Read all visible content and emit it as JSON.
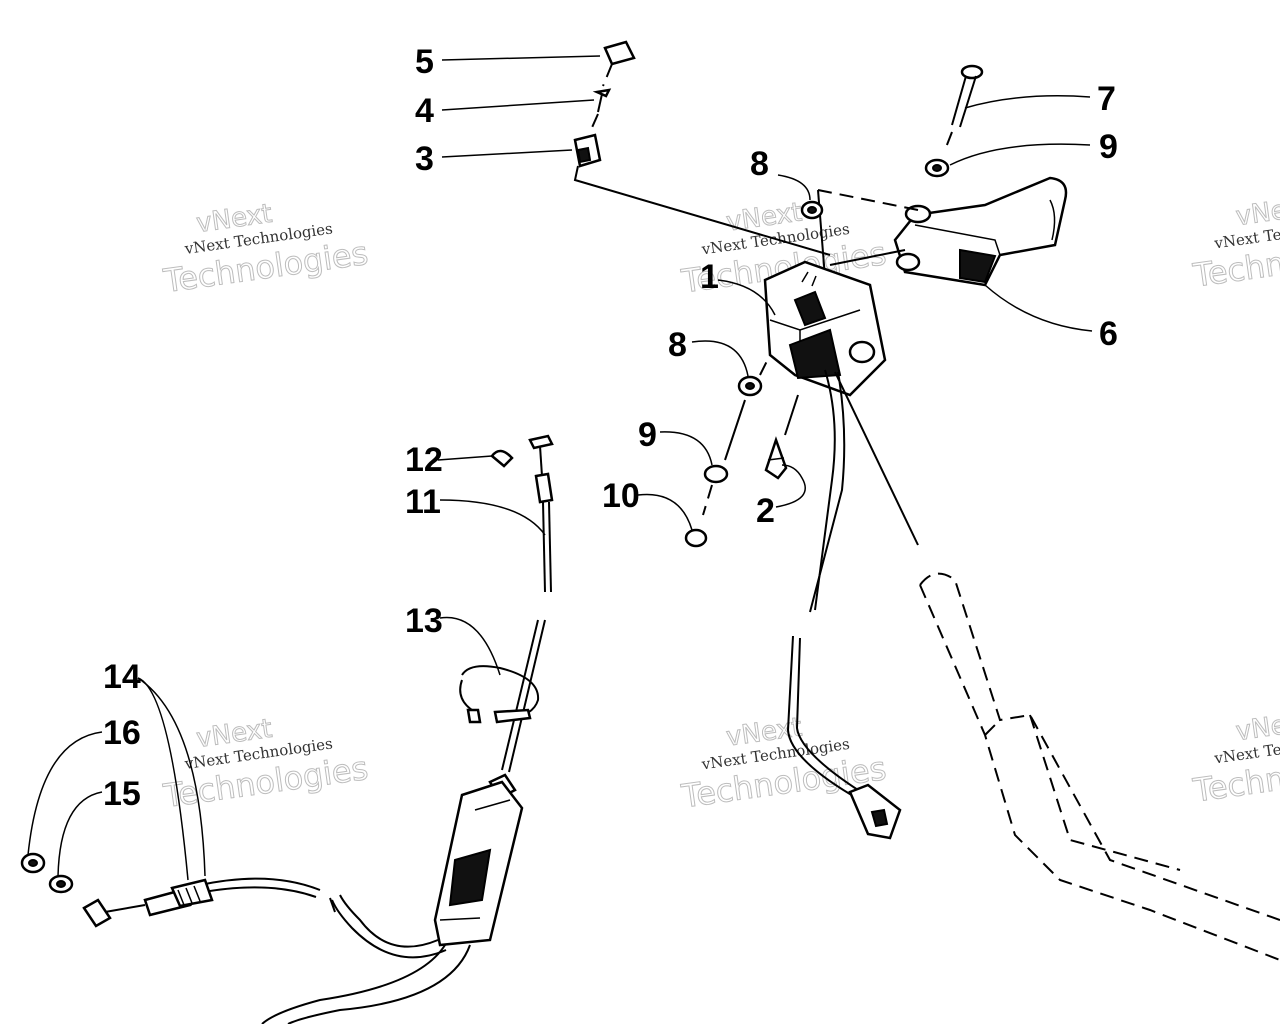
{
  "callouts": {
    "n1": "1",
    "n2": "2",
    "n3": "3",
    "n4": "4",
    "n5": "5",
    "n6": "6",
    "n7": "7",
    "n8a": "8",
    "n8b": "8",
    "n9a": "9",
    "n9b": "9",
    "n10": "10",
    "n11": "11",
    "n12": "12",
    "n13": "13",
    "n14": "14",
    "n15": "15",
    "n16": "16"
  },
  "watermark": {
    "brand": "vNext",
    "line1": "vNext Technologies",
    "line2": "Technologies"
  },
  "colors": {
    "ink": "#000000",
    "watermark": "#bdbdbd",
    "background": "#ffffff"
  }
}
